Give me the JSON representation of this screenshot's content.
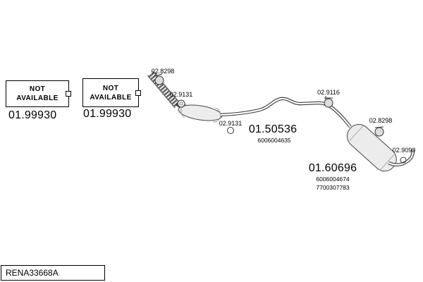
{
  "page": {
    "ref_code": "RENA33668A"
  },
  "unavailable_items": [
    {
      "line1": "NOT",
      "line2": "AVAILABLE",
      "part_number": "01.99930"
    },
    {
      "line1": "NOT",
      "line2": "AVAILABLE",
      "part_number": "01.99930"
    }
  ],
  "callouts": {
    "front_clamp": "02.8298",
    "front_ring": "02.9131",
    "mid_ring": "02.9131",
    "mid_silencer": {
      "part_number": "01.50536",
      "oe_number": "6006004635"
    },
    "mid_clamp": "02.9116",
    "rear_clamp": "02.8298",
    "rear_silencer": {
      "part_number": "01.60696",
      "oe_number_1": "6006004674",
      "oe_number_2": "7700307783"
    },
    "tail_ring": "02.9090"
  }
}
